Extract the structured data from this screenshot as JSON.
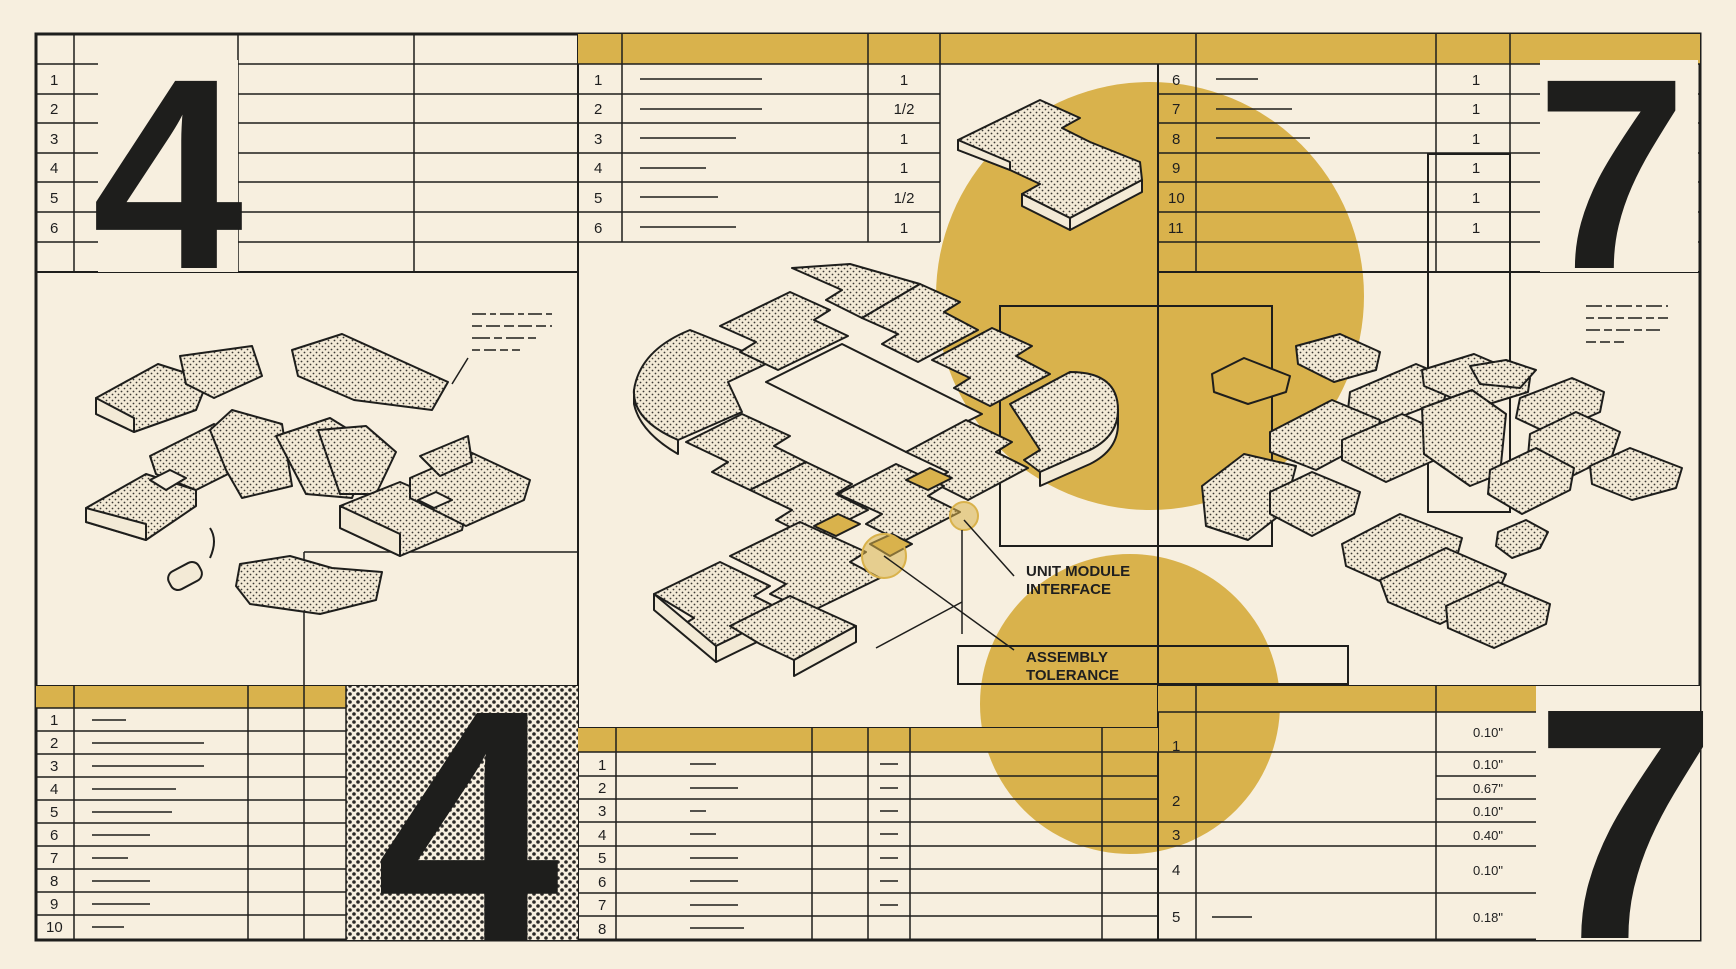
{
  "colors": {
    "paper": "#f7efdf",
    "ink": "#1e1e1c",
    "gold": "#d9b24c"
  },
  "big_numerals": {
    "top_left": "4",
    "top_right": "7",
    "bottom_left": "4",
    "bottom_right": "7"
  },
  "table_top_left": {
    "rows": [
      "1",
      "2",
      "3",
      "4",
      "5",
      "6"
    ]
  },
  "table_top_mid": {
    "rows": [
      {
        "n": "1",
        "v": "1"
      },
      {
        "n": "2",
        "v": "1/2"
      },
      {
        "n": "3",
        "v": "1"
      },
      {
        "n": "4",
        "v": "1"
      },
      {
        "n": "5",
        "v": "1/2"
      },
      {
        "n": "6",
        "v": "1"
      }
    ]
  },
  "table_top_right": {
    "rows": [
      {
        "n": "6",
        "v": "1"
      },
      {
        "n": "7",
        "v": "1"
      },
      {
        "n": "8",
        "v": "1"
      },
      {
        "n": "9",
        "v": "1"
      },
      {
        "n": "10",
        "v": "1"
      },
      {
        "n": "11",
        "v": "1"
      }
    ]
  },
  "table_bottom_left": {
    "rows": [
      "1",
      "2",
      "3",
      "4",
      "5",
      "6",
      "7",
      "8",
      "9",
      "10"
    ]
  },
  "table_bottom_mid": {
    "rows": [
      "1",
      "2",
      "3",
      "4",
      "5",
      "6",
      "7",
      "8"
    ]
  },
  "table_bottom_right": {
    "groups": [
      "1",
      "2",
      "3",
      "4",
      "5"
    ],
    "values": [
      "0.10\"",
      "0.10\"",
      "0.67\"",
      "0.10\"",
      "0.40\"",
      "0.10\"",
      "0.18\""
    ]
  },
  "callouts": {
    "unit_module": [
      "UNIT MODULE",
      "INTERFACE"
    ],
    "tolerance": [
      "ASSEMBLY",
      "TOLERANCE"
    ]
  },
  "icons": [
    "tile-cluster-broken",
    "tile-ring-assembly",
    "tile-cluster-scattered",
    "single-tile",
    "glue-bottle"
  ]
}
